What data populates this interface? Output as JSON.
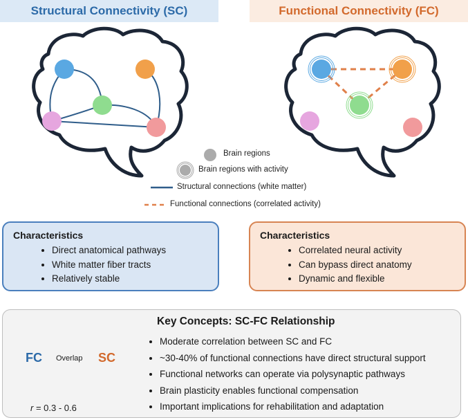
{
  "sc_title": "Structural Connectivity (SC)",
  "fc_title": "Functional Connectivity (FC)",
  "legend": {
    "regions": "Brain regions",
    "active": "Brain regions with activity",
    "structural": "Structural connections (white matter)",
    "functional": "Functional connections (correlated activity)"
  },
  "sc_card": {
    "heading": "Characteristics",
    "items": [
      "Direct anatomical pathways",
      "White matter fiber tracts",
      "Relatively stable"
    ]
  },
  "fc_card": {
    "heading": "Characteristics",
    "items": [
      "Correlated neural activity",
      "Can bypass direct anatomy",
      "Dynamic and flexible"
    ]
  },
  "key": {
    "title": "Key Concepts: SC-FC Relationship",
    "items": [
      "Moderate correlation between SC and FC",
      "~30-40% of functional connections have direct structural support",
      "Functional networks can operate via polysynaptic pathways",
      "Brain plasticity enables functional compensation",
      "Important implications for rehabilitation and adaptation"
    ],
    "venn_fc": "FC",
    "venn_sc": "SC",
    "venn_overlap": "Overlap",
    "r_var": "r",
    "r_value": " = 0.3 - 0.6"
  },
  "colors": {
    "blue": "#5aa8e2",
    "orange": "#f1a04a",
    "green": "#8fdc8f",
    "pink": "#e6a6df",
    "red": "#f19a9c",
    "sc_line": "#2f5d8a",
    "fc_line": "#e0804a"
  }
}
